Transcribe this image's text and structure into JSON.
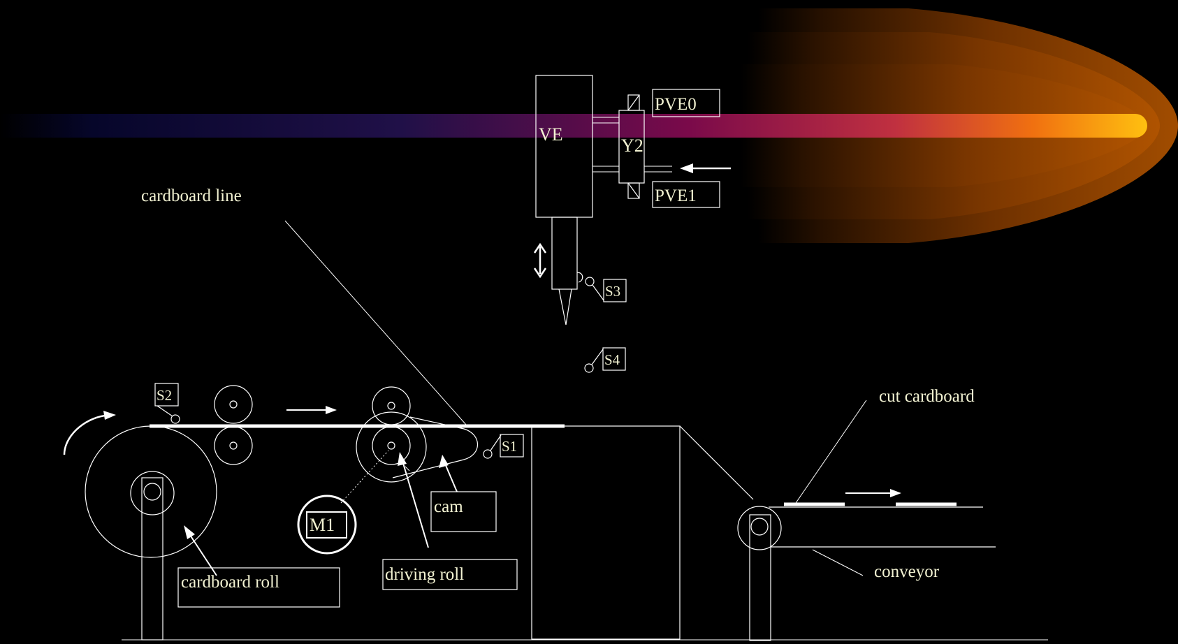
{
  "title": "cardboard line",
  "labels": {
    "ve": "VE",
    "y2": "Y2",
    "pve0": "PVE0",
    "pve1": "PVE1",
    "s1": "S1",
    "s2": "S2",
    "s3": "S3",
    "s4": "S4",
    "m1": "M1",
    "cam": "cam",
    "driving_roll": "driving roll",
    "cardboard_roll": "cardboard roll",
    "cut_cardboard": "cut cardboard",
    "conveyor": "conveyor"
  },
  "colors": {
    "background": "#000000",
    "line": "#ffffff",
    "text": "#f2f2d2",
    "beam_start": "#0a0a3a",
    "beam_mid": "#b0105a",
    "beam_end": "#ffb010",
    "flame": "#c05a00"
  }
}
